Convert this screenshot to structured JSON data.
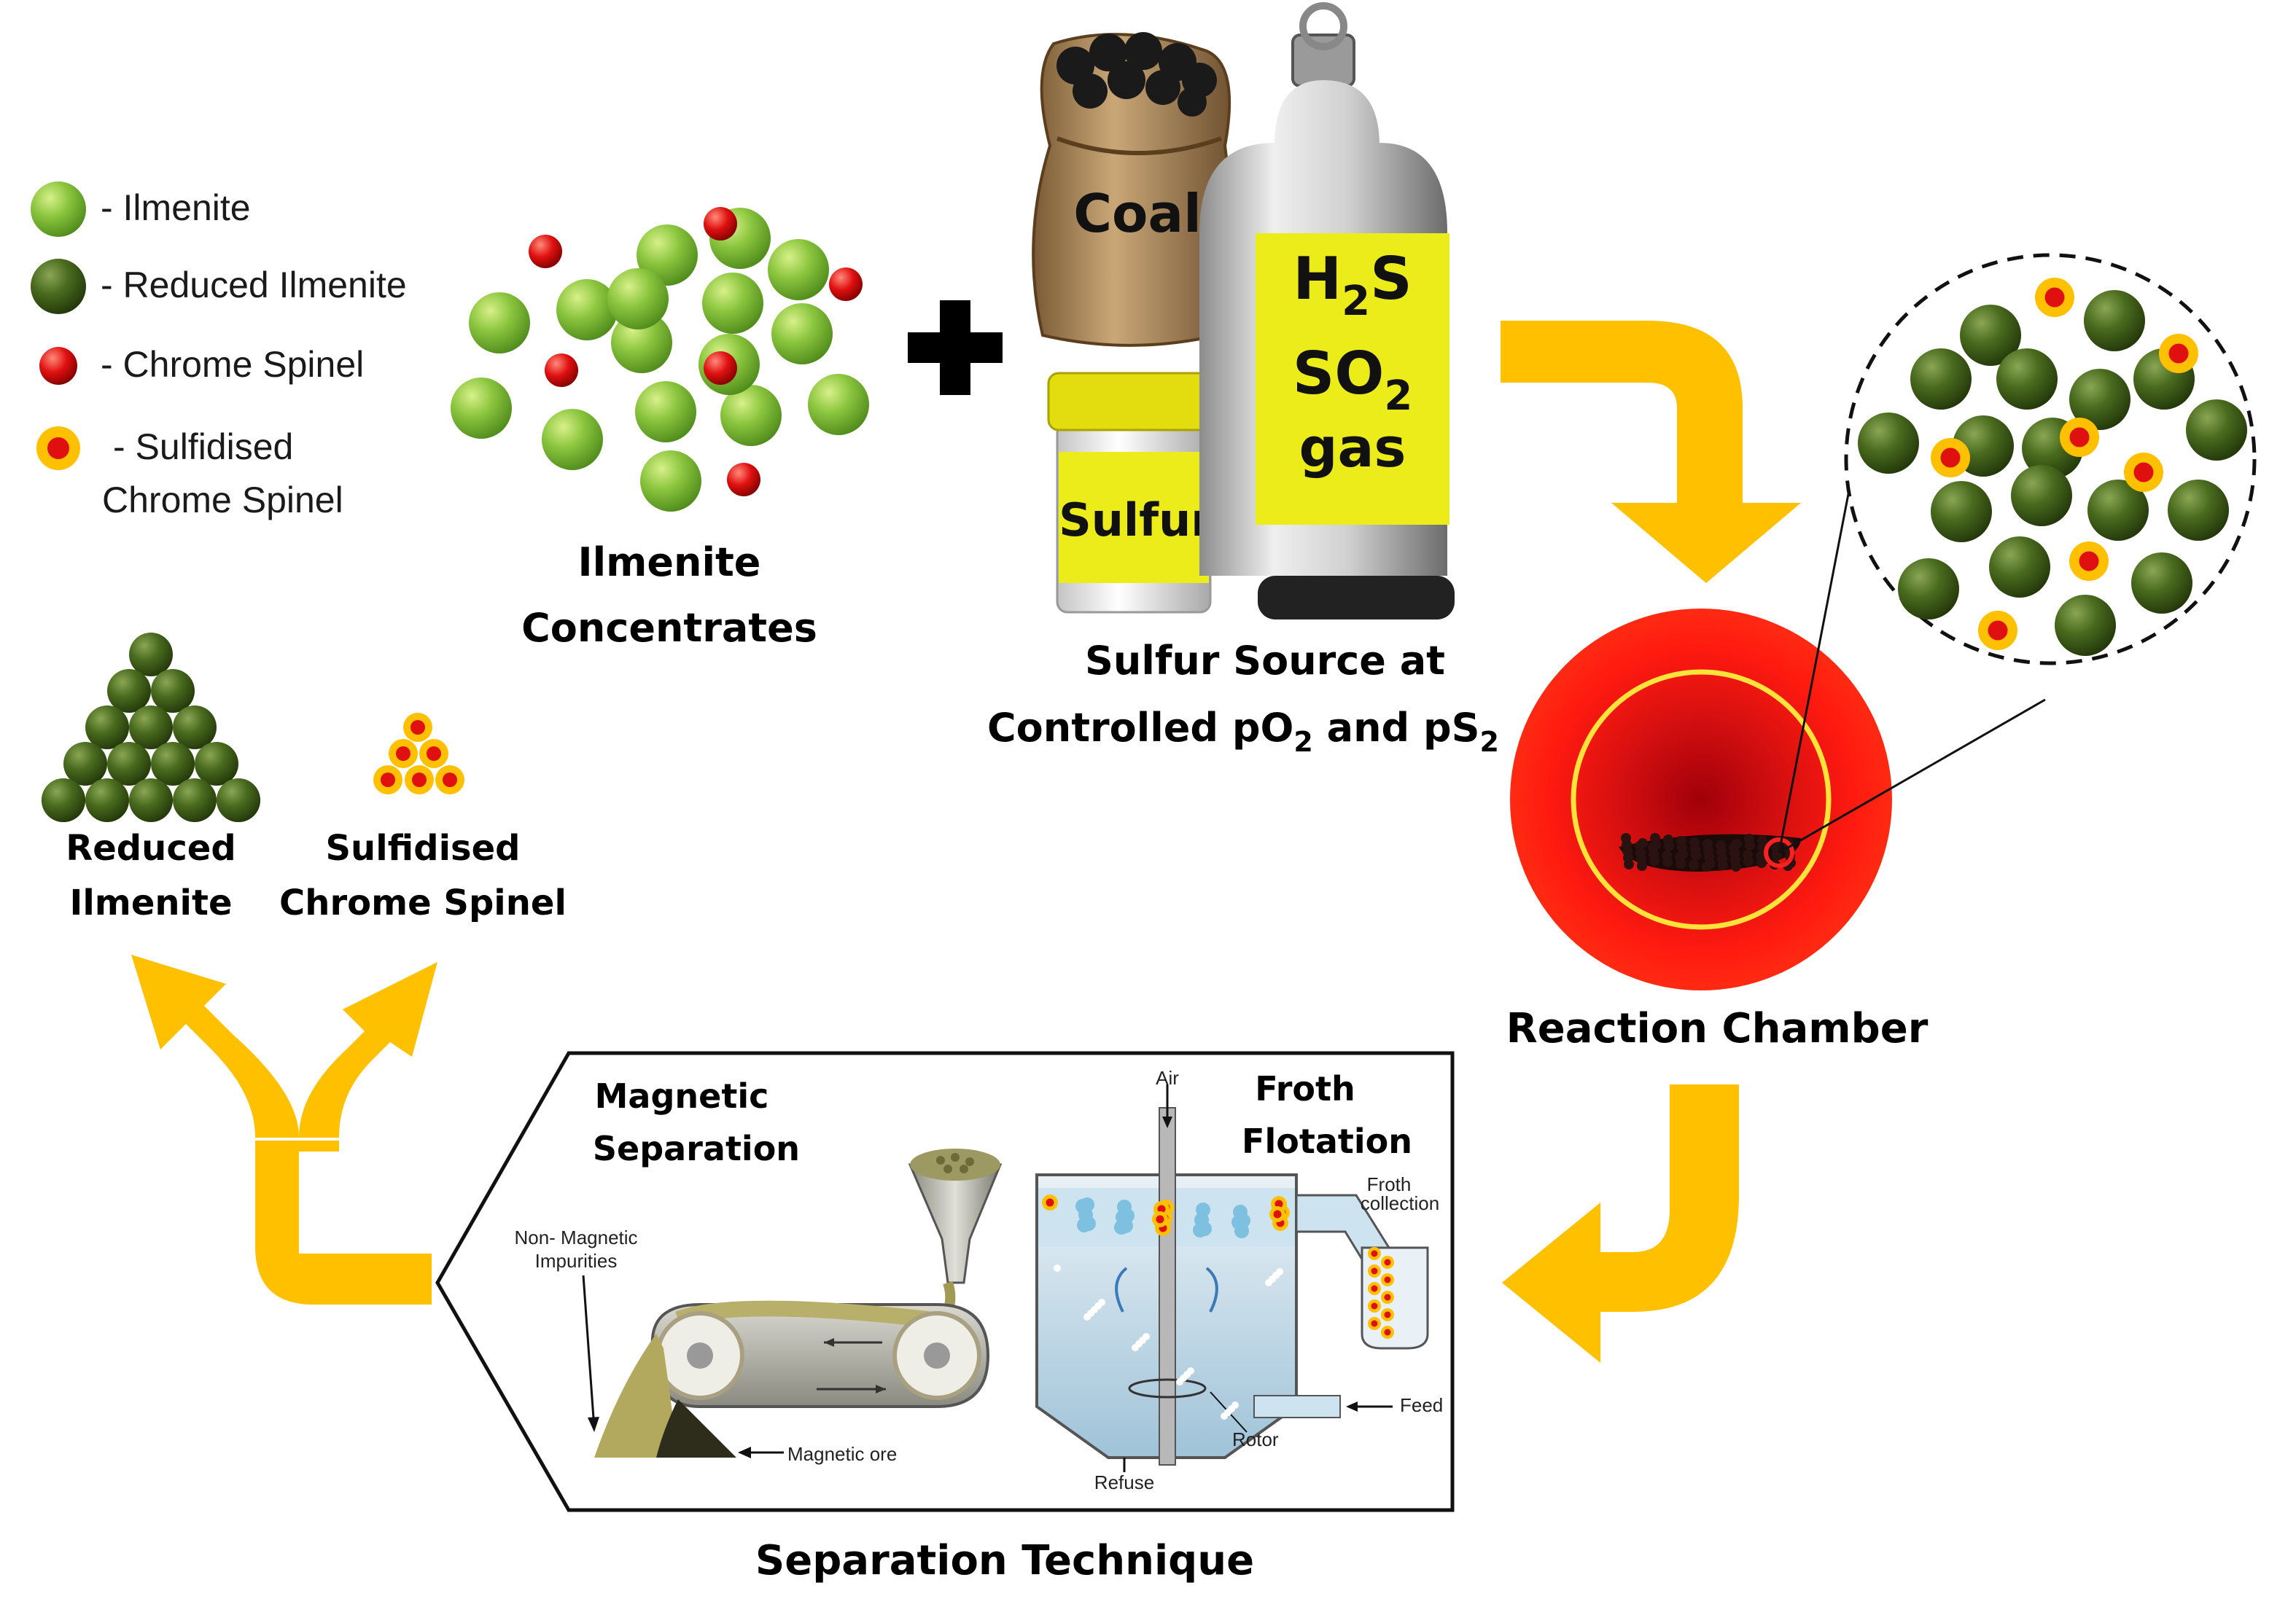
{
  "legend": {
    "ilmenite": "- Ilmenite",
    "reduced_ilmenite": "- Reduced Ilmenite",
    "chrome_spinel": "- Chrome Spinel",
    "sulfidised_line1": "- Sulfidised",
    "sulfidised_line2": "Chrome Spinel"
  },
  "labels": {
    "ilmenite_concentrates_1": "Ilmenite",
    "ilmenite_concentrates_2": "Concentrates",
    "coal": "Coal",
    "sulfur": "Sulfur",
    "gas_h2s_main": "H",
    "gas_h2s_sub": "2",
    "gas_h2s_end": "S",
    "gas_so2_main": "SO",
    "gas_so2_sub": "2",
    "gas_word": "gas",
    "sulfur_source_1": "Sulfur Source at",
    "sulfur_source_2a": "Controlled pO",
    "sulfur_source_2sub1": "2",
    "sulfur_source_2b": " and pS",
    "sulfur_source_2sub2": "2",
    "reaction_chamber": "Reaction Chamber",
    "reduced_ilmenite_1": "Reduced",
    "reduced_ilmenite_2": "Ilmenite",
    "sulfidised_cs_1": "Sulfidised",
    "sulfidised_cs_2": "Chrome Spinel",
    "magnetic_separation_1": "Magnetic",
    "magnetic_separation_2": "Separation",
    "froth_flotation_1": "Froth",
    "froth_flotation_2": "Flotation",
    "non_magnetic_1": "Non- Magnetic",
    "non_magnetic_2": "Impurities",
    "magnetic_ore": "Magnetic ore",
    "air": "Air",
    "froth_collection_1": "Froth",
    "froth_collection_2": "collection",
    "feed": "Feed",
    "rotor": "Rotor",
    "refuse": "Refuse",
    "separation_technique": "Separation Technique"
  },
  "colors": {
    "ilmenite": "#8cc63f",
    "reduced_ilmenite": "#4a6b1e",
    "chrome_spinel": "#e01010",
    "sulfidised_ring": "#ffc000",
    "arrow": "#ffc000",
    "label_yellow": "#ecec1a",
    "chamber_red": "#e8110f"
  }
}
